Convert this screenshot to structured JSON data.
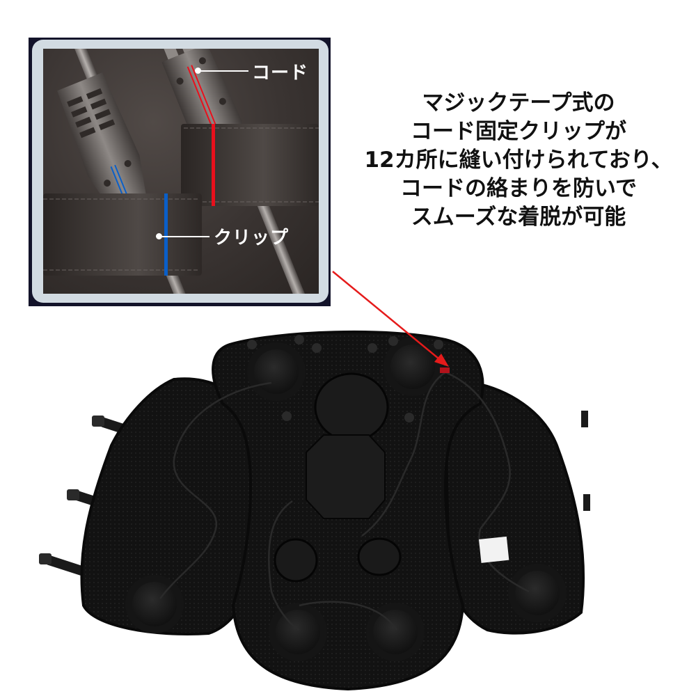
{
  "inset": {
    "labels": {
      "cord": "コード",
      "clip": "クリップ"
    },
    "colors": {
      "frame": "#d2dbe2",
      "outer_border": "#13132a",
      "cord_marker": "#e8101c",
      "clip_marker": "#0a5fc8"
    }
  },
  "description": {
    "lines": [
      "マジックテープ式の",
      "コード固定クリップが",
      "12カ所に縫い付けられており、",
      "コードの絡まりを防いで",
      "スムーズな着脱が可能"
    ]
  },
  "arrow": {
    "color": "#e51b1b"
  },
  "product": {
    "name_icon": "cooling-vest-photo",
    "fan_count_visible": 7
  }
}
